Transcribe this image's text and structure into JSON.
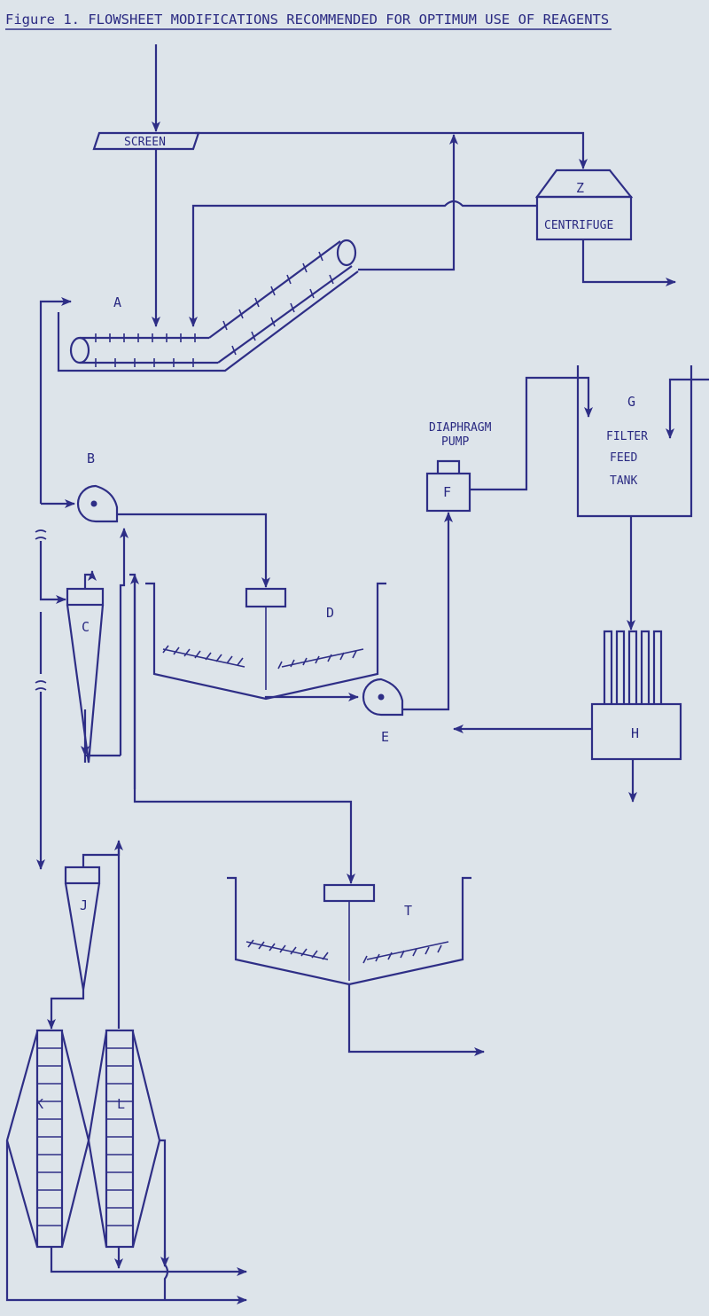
{
  "figure": {
    "title": "Figure 1.  FLOWSHEET MODIFICATIONS RECOMMENDED FOR OPTIMUM USE OF REAGENTS"
  },
  "equipment": {
    "screen": "SCREEN",
    "centrifuge_letter": "Z",
    "centrifuge_label": "CENTRIFUGE",
    "a": "A",
    "b": "B",
    "c": "C",
    "d": "D",
    "e": "E",
    "f": "F",
    "pump_line1": "DIAPHRAGM",
    "pump_line2": "PUMP",
    "g": "G",
    "tank_line1": "FILTER",
    "tank_line2": "FEED",
    "tank_line3": "TANK",
    "h": "H",
    "j": "J",
    "k": "K",
    "l": "L",
    "t": "T"
  },
  "style": {
    "ink": "#2e2e86",
    "paper": "#dde4ea"
  }
}
